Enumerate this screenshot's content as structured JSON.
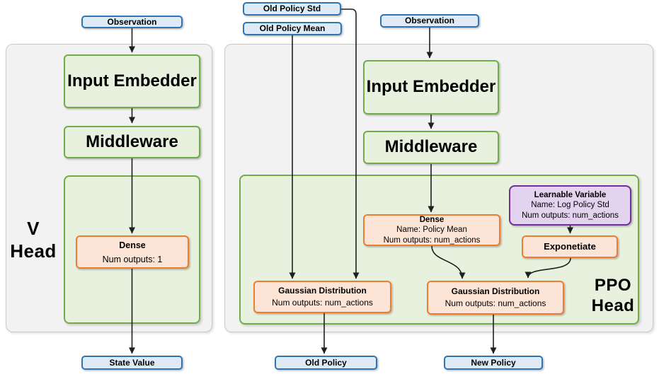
{
  "diagram": {
    "inputs": {
      "observation_left": "Observation",
      "old_policy_std": "Old Policy Std",
      "old_policy_mean": "Old Policy Mean",
      "observation_right": "Observation"
    },
    "v_head": {
      "label_line1": "V",
      "label_line2": "Head",
      "input_embedder": "Input Embedder",
      "middleware": "Middleware",
      "dense": {
        "title": "Dense",
        "num_outputs": "Num outputs: 1"
      }
    },
    "ppo_head": {
      "label_line1": "PPO",
      "label_line2": "Head",
      "input_embedder": "Input Embedder",
      "middleware": "Middleware",
      "dense": {
        "title": "Dense",
        "name": "Name: Policy Mean",
        "num_outputs": "Num outputs: num_actions"
      },
      "learnable_variable": {
        "title": "Learnable Variable",
        "name": "Name: Log Policy Std",
        "num_outputs": "Num outputs: num_actions"
      },
      "exponetiate": "Exponetiate",
      "gaussian_old": {
        "title": "Gaussian Distribution",
        "num_outputs": "Num outputs: num_actions"
      },
      "gaussian_new": {
        "title": "Gaussian Distribution",
        "num_outputs": "Num outputs: num_actions"
      }
    },
    "outputs": {
      "state_value": "State Value",
      "old_policy": "Old Policy",
      "new_policy": "New Policy"
    },
    "colors": {
      "io_fill": "#DEEBF7",
      "io_border": "#2E75B6",
      "process_fill": "#E7F1DD",
      "process_border": "#70AD47",
      "op_fill": "#FCE4D6",
      "op_border": "#ED7D31",
      "variable_fill": "#E3D3EF",
      "variable_border": "#7030A0",
      "group_fill": "#F2F2F2",
      "group_border": "#C9C9C9",
      "arrow": "#1F1F1F"
    }
  }
}
